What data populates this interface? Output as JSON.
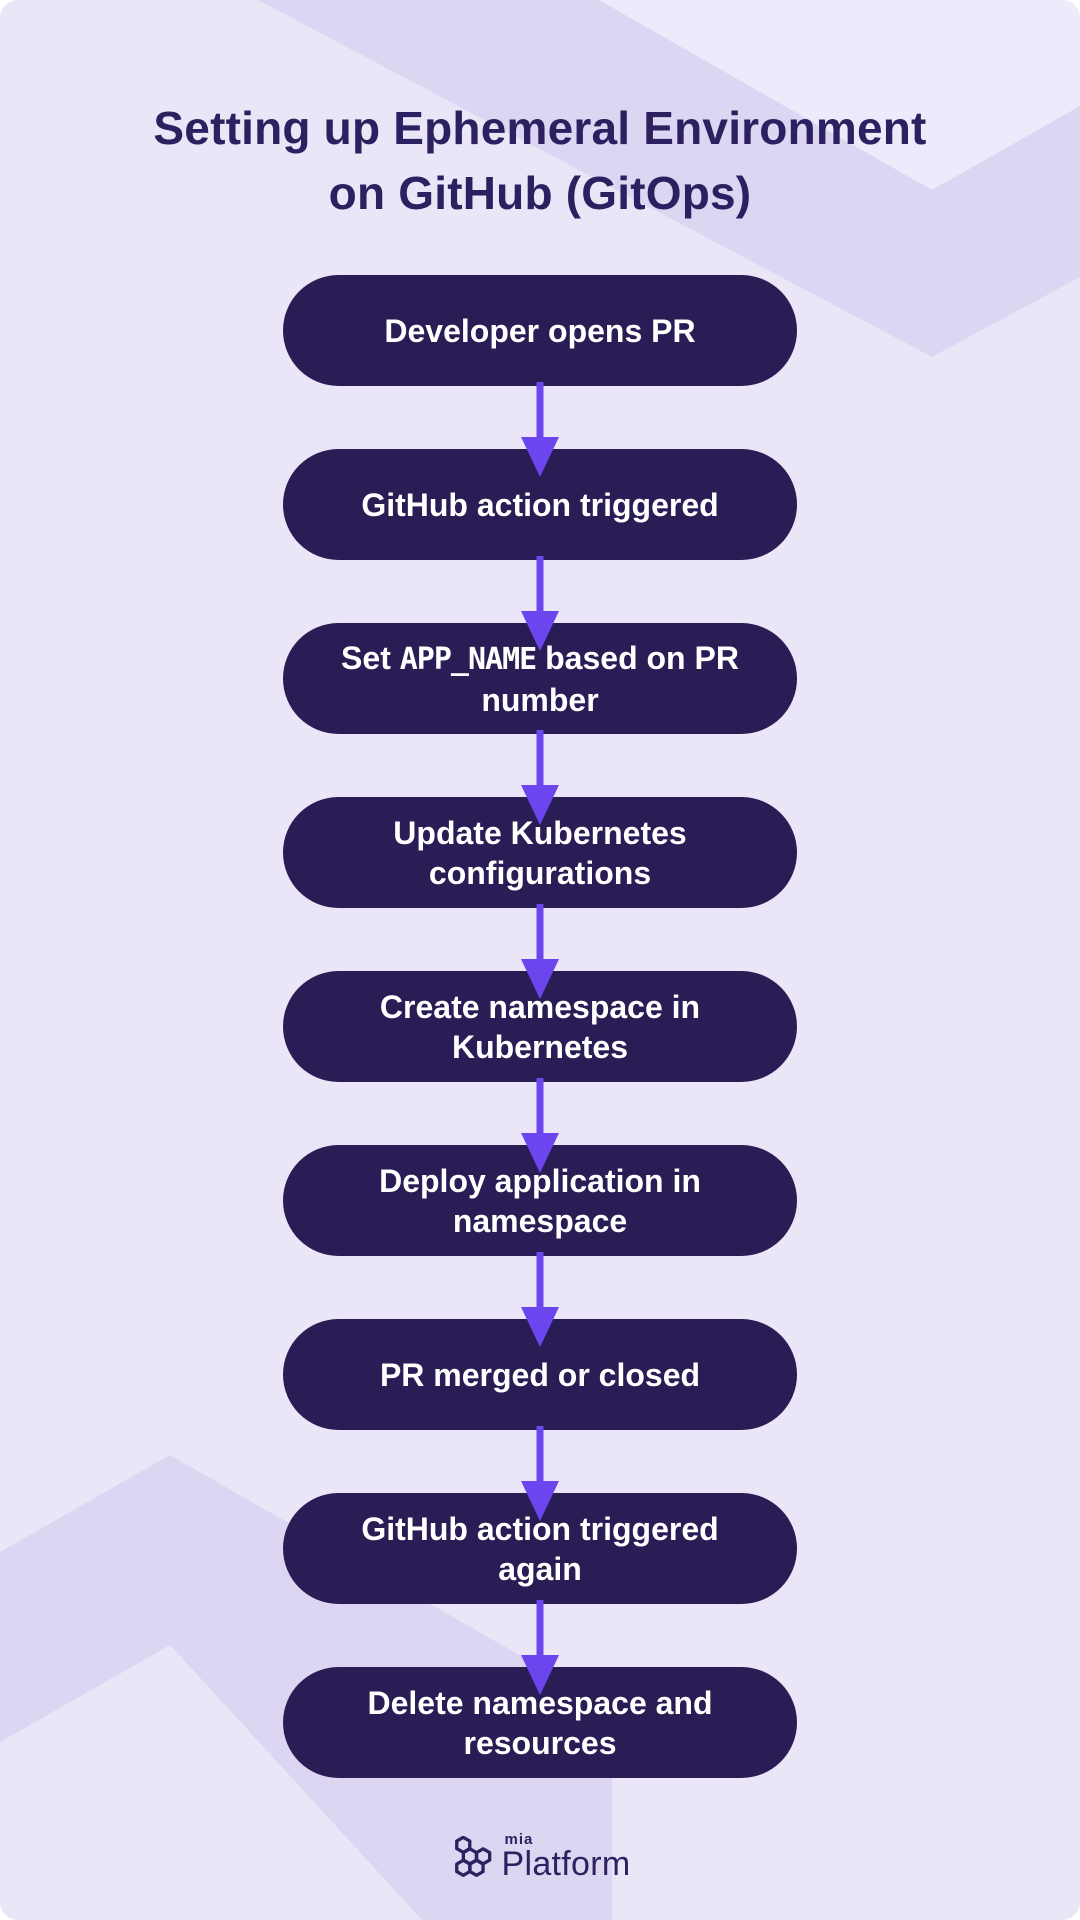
{
  "title": "Setting up Ephemeral Environment\non GitHub (GitOps)",
  "flow": {
    "steps": [
      {
        "parts": [
          {
            "text": "Developer opens PR"
          }
        ]
      },
      {
        "parts": [
          {
            "text": "GitHub action triggered"
          }
        ]
      },
      {
        "parts": [
          {
            "text": "Set "
          },
          {
            "text": "APP_NAME",
            "code": true
          },
          {
            "text": " based on PR number"
          }
        ]
      },
      {
        "parts": [
          {
            "text": "Update Kubernetes configurations"
          }
        ]
      },
      {
        "parts": [
          {
            "text": "Create namespace in Kubernetes"
          }
        ]
      },
      {
        "parts": [
          {
            "text": "Deploy application in namespace"
          }
        ]
      },
      {
        "parts": [
          {
            "text": "PR merged or closed"
          }
        ]
      },
      {
        "parts": [
          {
            "text": "GitHub action triggered again"
          }
        ]
      },
      {
        "parts": [
          {
            "text": "Delete namespace and resources"
          }
        ]
      }
    ]
  },
  "footer": {
    "logo_mia": "mia",
    "logo_platform": "Platform"
  },
  "colors": {
    "bg": "#eae6f8",
    "band": "#ddd6f2",
    "band_light": "#edebfb",
    "box": "#2a1c54",
    "arrow": "#6b46ee",
    "title": "#2d2060",
    "boxtext": "#ffffff",
    "logo": "#2e2160"
  }
}
